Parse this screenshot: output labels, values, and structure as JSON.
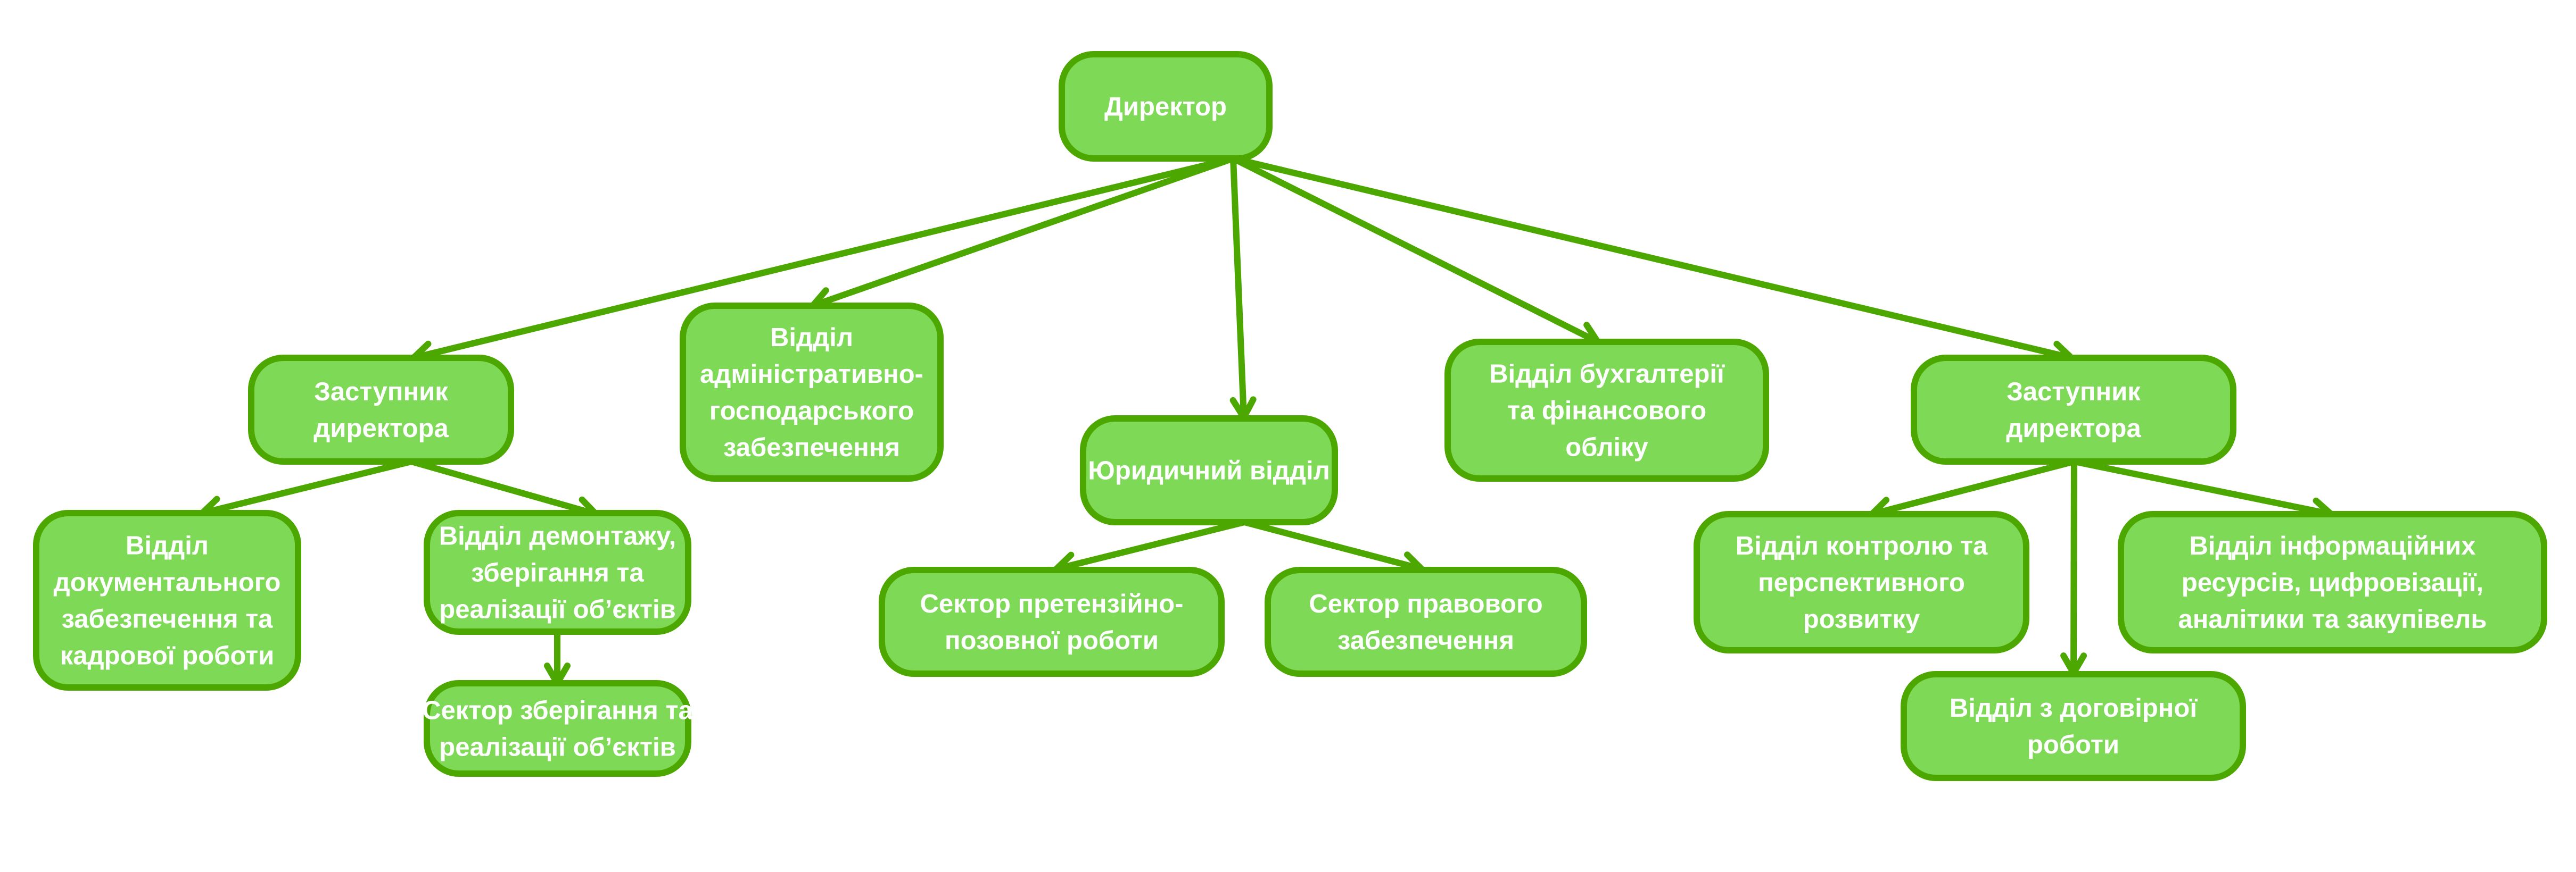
{
  "title": "Організаційна структура",
  "colors": {
    "node_fill": "#7ed957",
    "node_border": "#4ca800",
    "edge": "#4ca800",
    "text": "#ffffff",
    "background": "#ffffff"
  },
  "nodes": [
    {
      "id": "director",
      "lines": [
        "Директор"
      ]
    },
    {
      "id": "deputy_left",
      "lines": [
        "Заступник",
        "директора"
      ]
    },
    {
      "id": "admin_dept",
      "lines": [
        "Відділ",
        "адміністративно-",
        "господарського",
        "забезпечення"
      ]
    },
    {
      "id": "legal_dept",
      "lines": [
        "Юридичний відділ"
      ]
    },
    {
      "id": "accounting_dept",
      "lines": [
        "Відділ бухгалтерії",
        "та фінансового",
        "обліку"
      ]
    },
    {
      "id": "deputy_right",
      "lines": [
        "Заступник",
        "директора"
      ]
    },
    {
      "id": "docs_hr_dept",
      "lines": [
        "Відділ",
        "документального",
        "забезпечення та",
        "кадрової роботи"
      ]
    },
    {
      "id": "dismantling_dept",
      "lines": [
        "Відділ демонтажу,",
        "зберігання та",
        "реалізації об’єктів"
      ]
    },
    {
      "id": "storage_sector",
      "lines": [
        "Сектор зберігання та",
        "реалізації об’єктів"
      ]
    },
    {
      "id": "claims_sector",
      "lines": [
        "Сектор претензійно-",
        "позовної роботи"
      ]
    },
    {
      "id": "legal_support_sector",
      "lines": [
        "Сектор правового",
        "забезпечення"
      ]
    },
    {
      "id": "control_dept",
      "lines": [
        "Відділ контролю та",
        "перспективного",
        "розвитку"
      ]
    },
    {
      "id": "contracts_dept",
      "lines": [
        "Відділ з договірної",
        "роботи"
      ]
    },
    {
      "id": "it_dept",
      "lines": [
        "Відділ інформаційних",
        "ресурсів, цифровізації,",
        "аналітики та закупівель"
      ]
    }
  ],
  "edges": [
    {
      "from": "director",
      "to": "deputy_left"
    },
    {
      "from": "director",
      "to": "admin_dept"
    },
    {
      "from": "director",
      "to": "legal_dept"
    },
    {
      "from": "director",
      "to": "accounting_dept"
    },
    {
      "from": "director",
      "to": "deputy_right"
    },
    {
      "from": "deputy_left",
      "to": "docs_hr_dept"
    },
    {
      "from": "deputy_left",
      "to": "dismantling_dept"
    },
    {
      "from": "dismantling_dept",
      "to": "storage_sector"
    },
    {
      "from": "legal_dept",
      "to": "claims_sector"
    },
    {
      "from": "legal_dept",
      "to": "legal_support_sector"
    },
    {
      "from": "deputy_right",
      "to": "control_dept"
    },
    {
      "from": "deputy_right",
      "to": "contracts_dept"
    },
    {
      "from": "deputy_right",
      "to": "it_dept"
    }
  ]
}
